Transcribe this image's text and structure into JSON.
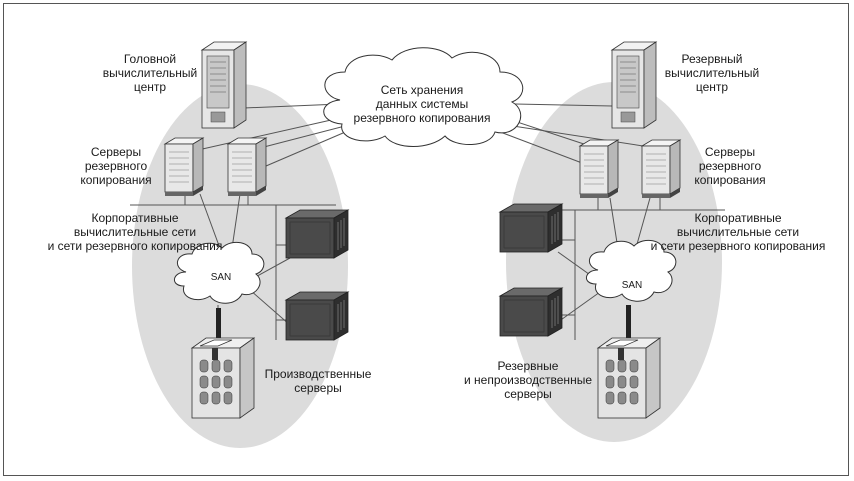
{
  "left": {
    "title": [
      "Головной",
      "вычислительный",
      "центр"
    ],
    "backup_servers": [
      "Серверы",
      "резервного",
      "копирования"
    ],
    "corp_networks": [
      "Корпоративные",
      "вычислительные сети",
      "и сети резервного копирования"
    ],
    "san": "SAN",
    "prod_servers": [
      "Производственные",
      "серверы"
    ]
  },
  "right": {
    "title": [
      "Резервный",
      "вычислительный",
      "центр"
    ],
    "backup_servers": [
      "Серверы",
      "резервного",
      "копирования"
    ],
    "corp_networks": [
      "Корпоративные",
      "вычислительные сети",
      "и сети резервного копирования"
    ],
    "san": "SAN",
    "reserve_servers": [
      "Резервные",
      "и непроизводственные",
      "серверы"
    ]
  },
  "center_cloud": [
    "Сеть хранения",
    "данных системы",
    "резервного копирования"
  ],
  "colors": {
    "site_fill": "#dcdcdc",
    "cloud_fill": "#ffffff",
    "line": "#555555",
    "dark_server": "#4a4a4a"
  }
}
